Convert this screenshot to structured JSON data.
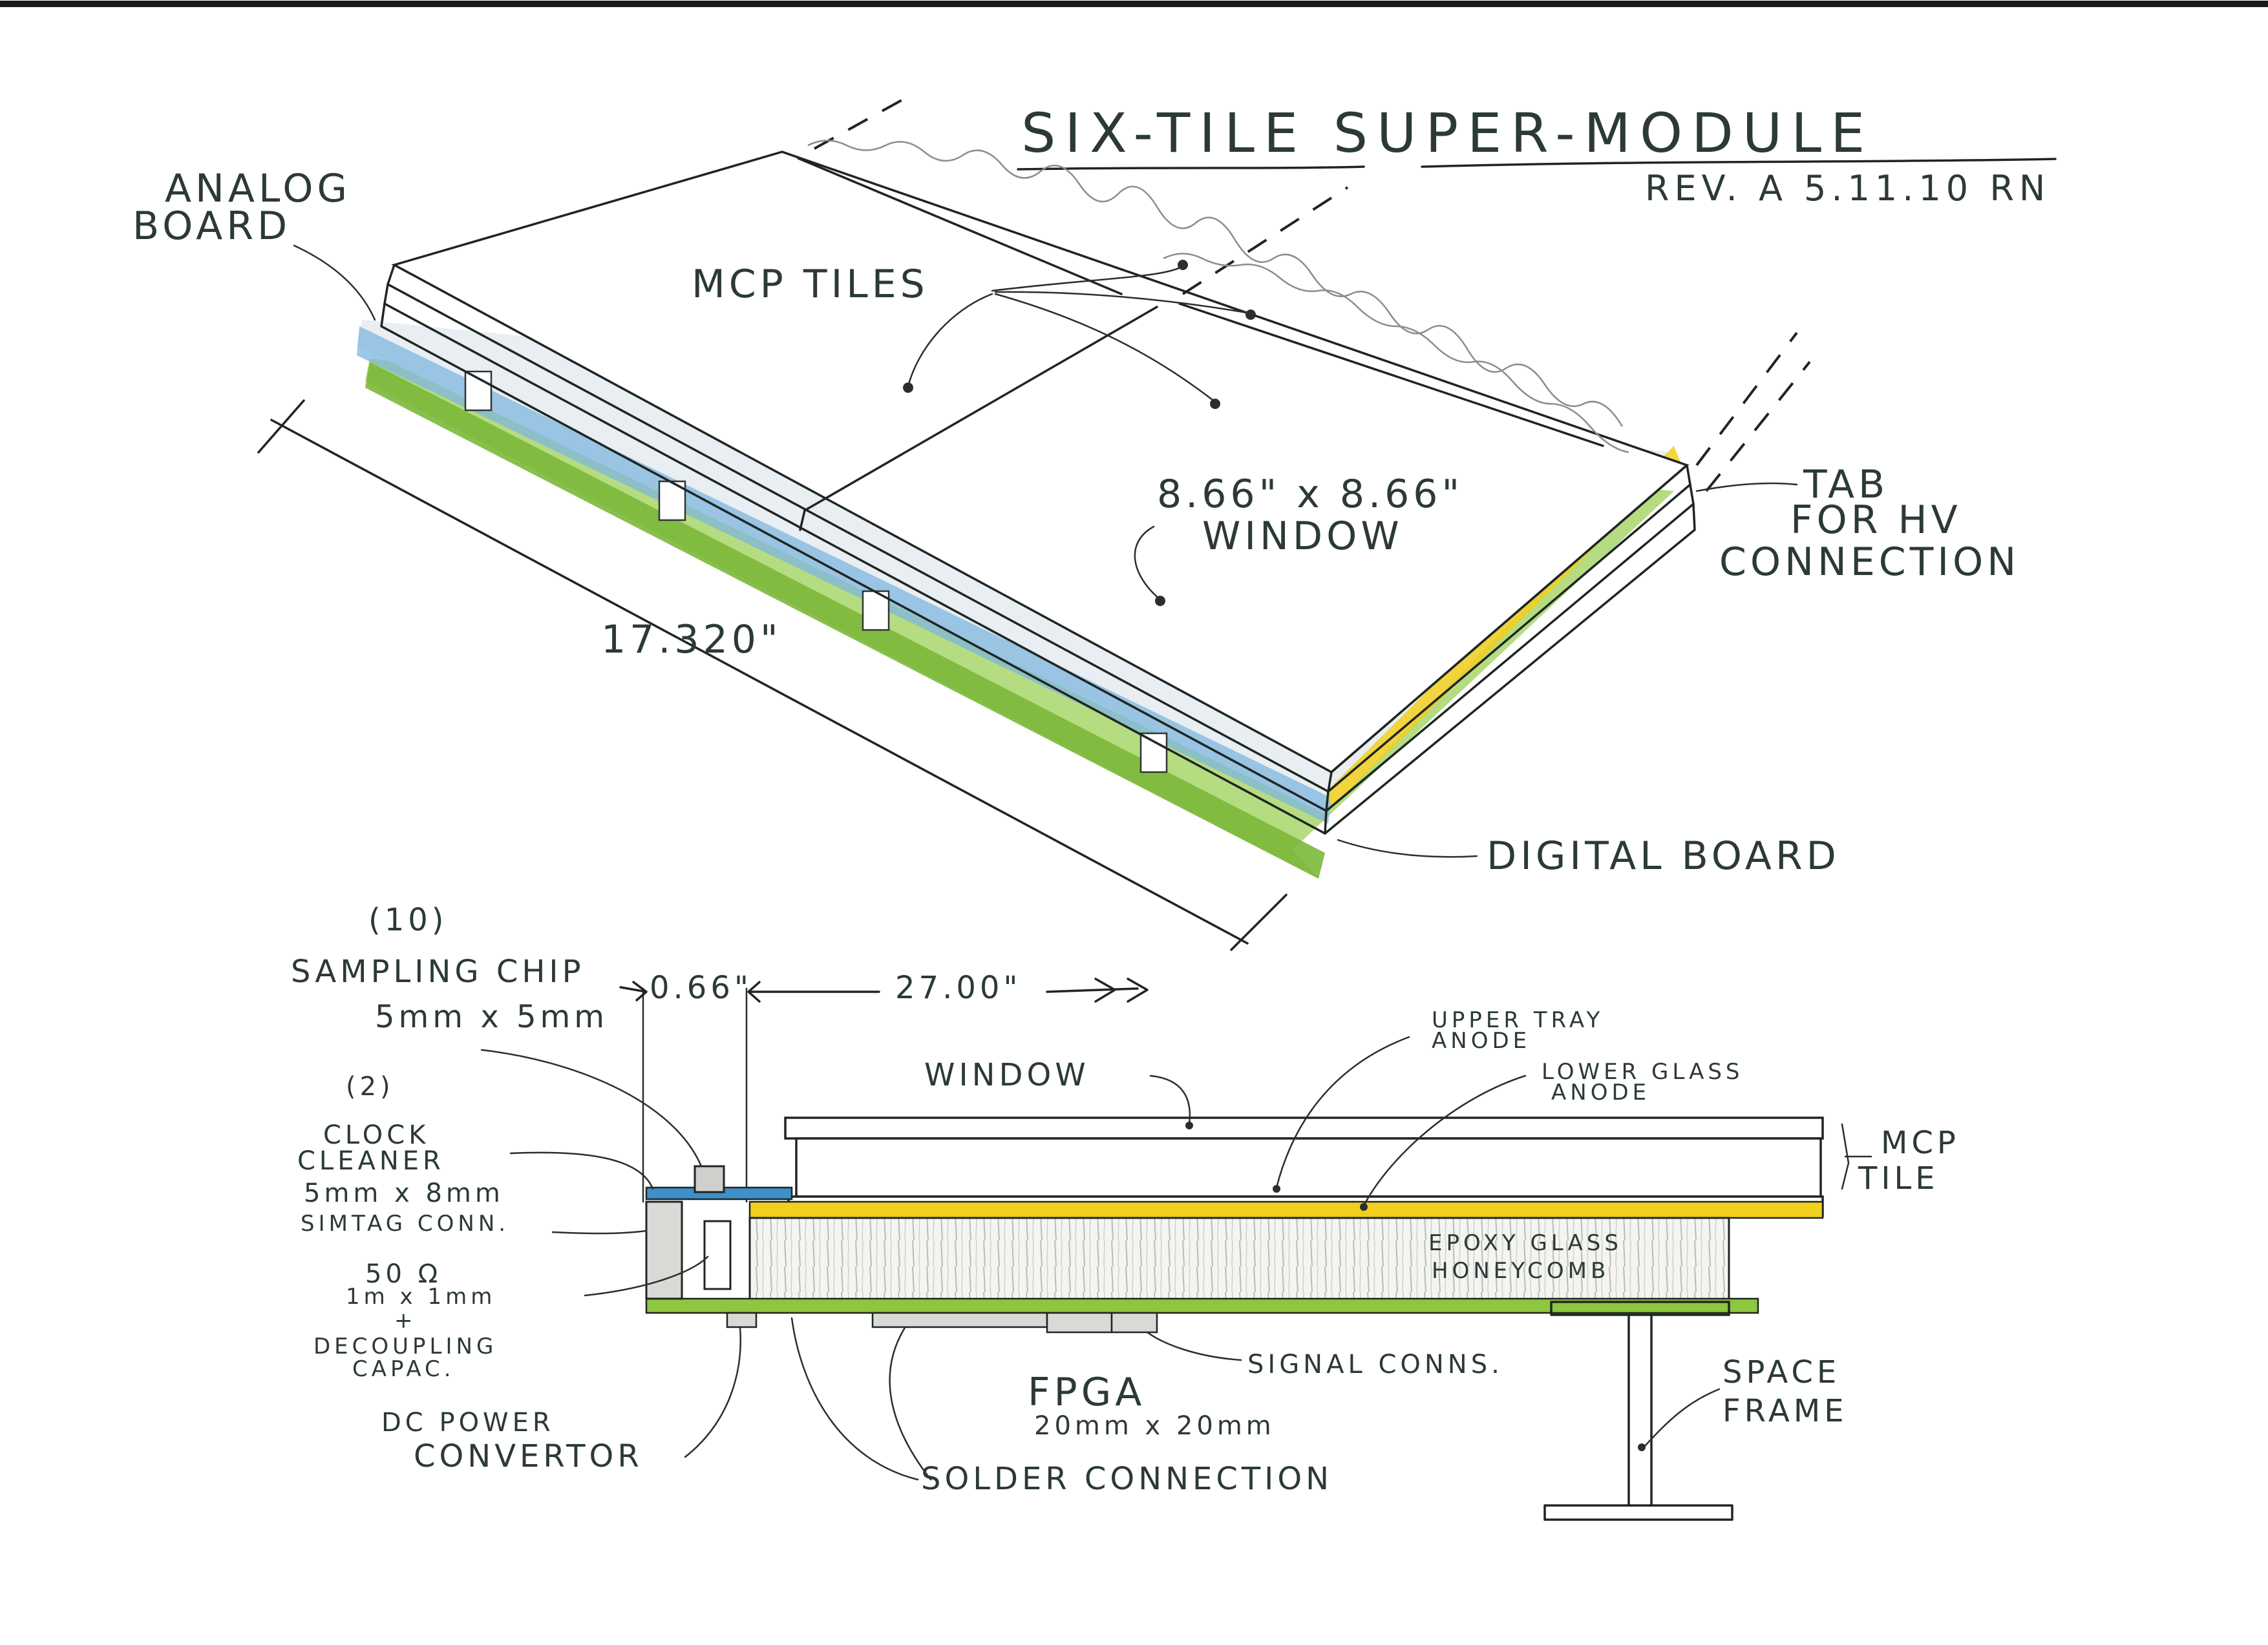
{
  "title": "SIX-TILE   SUPER-MODULE",
  "revision": "REV. A    5.11.10 RN",
  "iso_view": {
    "analog_board": [
      "ANALOG",
      "BOARD"
    ],
    "mcp_tiles": "MCP TILES",
    "window_size": [
      "8.66\" x 8.66\"",
      "WINDOW"
    ],
    "length_dim": "17.320\"",
    "tab": [
      "TAB",
      "FOR HV",
      "CONNECTION"
    ],
    "digital_board": "DIGITAL BOARD"
  },
  "section_view": {
    "sampling_chip": [
      "(10)",
      "SAMPLING CHIP",
      "5mm x 5mm"
    ],
    "dim_small": "0.66\"",
    "dim_large": "27.00\"",
    "window": "WINDOW",
    "clock_cleaner": [
      "(2)",
      "CLOCK",
      "CLEANER",
      "5mm x 8mm",
      "SIMTAG CONN."
    ],
    "resistor": [
      "50 Ω",
      "1m x 1mm",
      "+",
      "DECOUPLING",
      "CAPAC."
    ],
    "dc_power": [
      "DC POWER",
      "CONVERTOR"
    ],
    "upper_anode": [
      "UPPER TRAY",
      "ANODE"
    ],
    "lower_anode": [
      "LOWER GLASS",
      "ANODE"
    ],
    "mcp_tile": [
      "MCP",
      "TILE"
    ],
    "epoxy": [
      "EPOXY GLASS",
      "HONEYCOMB"
    ],
    "signal_conns": "SIGNAL CONNS.",
    "fpga": [
      "FPGA",
      "20mm x 20mm"
    ],
    "solder": "SOLDER CONNECTION",
    "space_frame": [
      "SPACE",
      "FRAME"
    ]
  },
  "colors": {
    "ink": "#1f2522",
    "label_ink": "#2c3a36",
    "green_board": "#8dc63f",
    "yellow_anode": "#f2cf1e",
    "blue_board": "#3f8fc9"
  }
}
